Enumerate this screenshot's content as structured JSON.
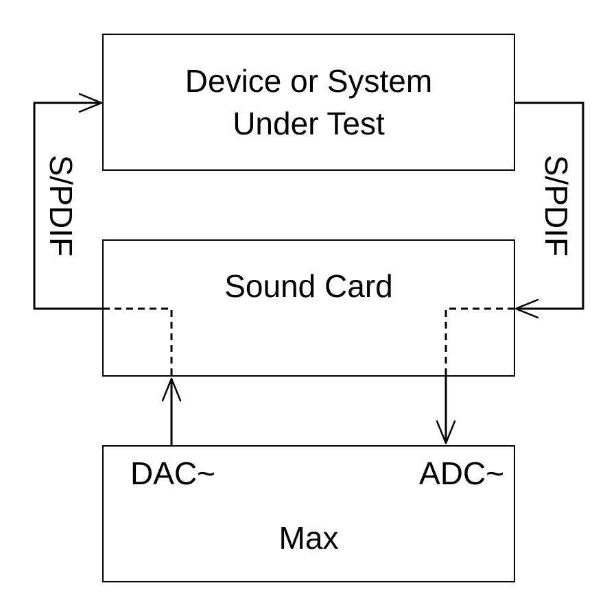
{
  "diagram": {
    "dut": {
      "line1": "Device or System",
      "line2": "Under Test"
    },
    "sound_card": {
      "label": "Sound Card"
    },
    "max": {
      "label": "Max",
      "dac": "DAC~",
      "adc": "ADC~"
    },
    "links": {
      "left": "S/PDIF",
      "right": "S/PDIF"
    }
  }
}
